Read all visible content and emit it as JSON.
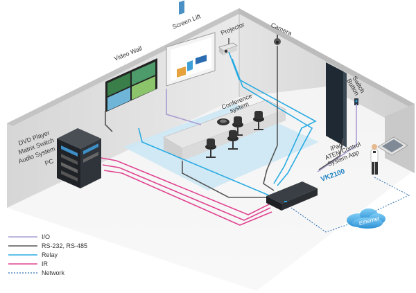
{
  "labels": {
    "video_wall": "Video Wall",
    "screen_lift": "Screen Lift",
    "projector": "Projector",
    "camera": "Camera",
    "switch_button_1": "Switch",
    "switch_button_2": "Button",
    "conference_1": "Conference",
    "conference_2": "system",
    "dvd_player": "DVD Player",
    "matrix_switch": "Matrix Switch",
    "audio_system": "Audio System",
    "pc": "PC",
    "ipad_1": "iPad",
    "ipad_2": "ATEN Control",
    "ipad_3": "System App",
    "vk2100": "VK2100",
    "ethernet": "Ethernet"
  },
  "legend": [
    {
      "label": "I/O",
      "color": "#a99cd0",
      "style": "solid"
    },
    {
      "label": "RS-232, RS-485",
      "color": "#555555",
      "style": "solid"
    },
    {
      "label": "Relay",
      "color": "#29abe2",
      "style": "solid"
    },
    {
      "label": "IR",
      "color": "#e0418e",
      "style": "solid"
    },
    {
      "label": "Network",
      "color": "#2b6cb0",
      "style": "dashed"
    }
  ],
  "colors": {
    "io": "#a99cd0",
    "rs232": "#555555",
    "relay": "#29abe2",
    "ir": "#e0418e",
    "network": "#2b6cb0",
    "accent": "#1a7fc1"
  }
}
